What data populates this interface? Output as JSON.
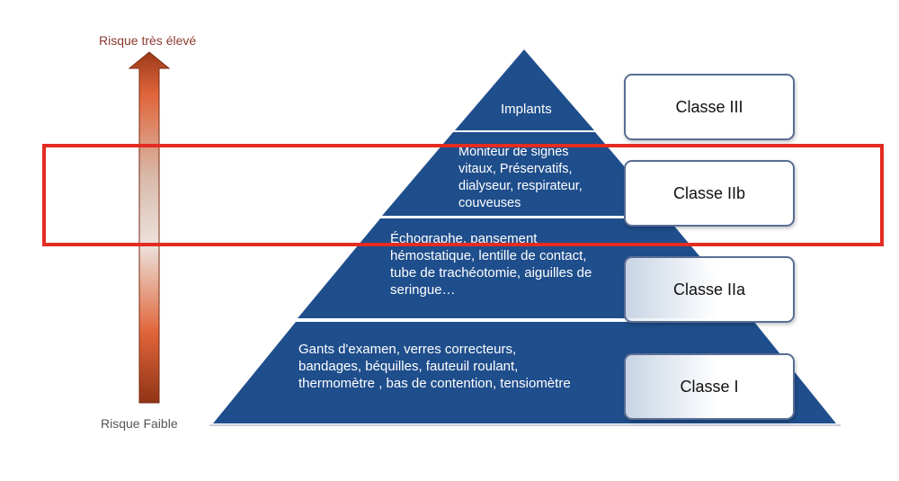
{
  "risk_axis": {
    "top_label": "Risque très élevé",
    "bottom_label": "Risque Faible"
  },
  "tiers": [
    {
      "text": "Implants"
    },
    {
      "text": "Moniteur de signes\nvitaux, Préservatifs,\ndialyseur, respirateur,\ncouveuses"
    },
    {
      "text": "Échographe, pansement\nhémostatique, lentille de contact,\ntube de trachéotomie, aiguilles de\nseringue…"
    },
    {
      "text": "Gants d'examen, verres correcteurs,\nbandages, béquilles, fauteuil roulant,\nthermomètre , bas de contention, tensiomètre"
    }
  ],
  "classes": [
    {
      "label": "Classe III"
    },
    {
      "label": "Classe IIb"
    },
    {
      "label": "Classe IIa"
    },
    {
      "label": "Classe I"
    }
  ],
  "colors": {
    "pyramid": "#1f4e8c",
    "arrow_dark": "#9b3a1a",
    "arrow_mid": "#e0653a",
    "arrow_light": "#e9dcd4",
    "highlight": "#e32c22"
  }
}
